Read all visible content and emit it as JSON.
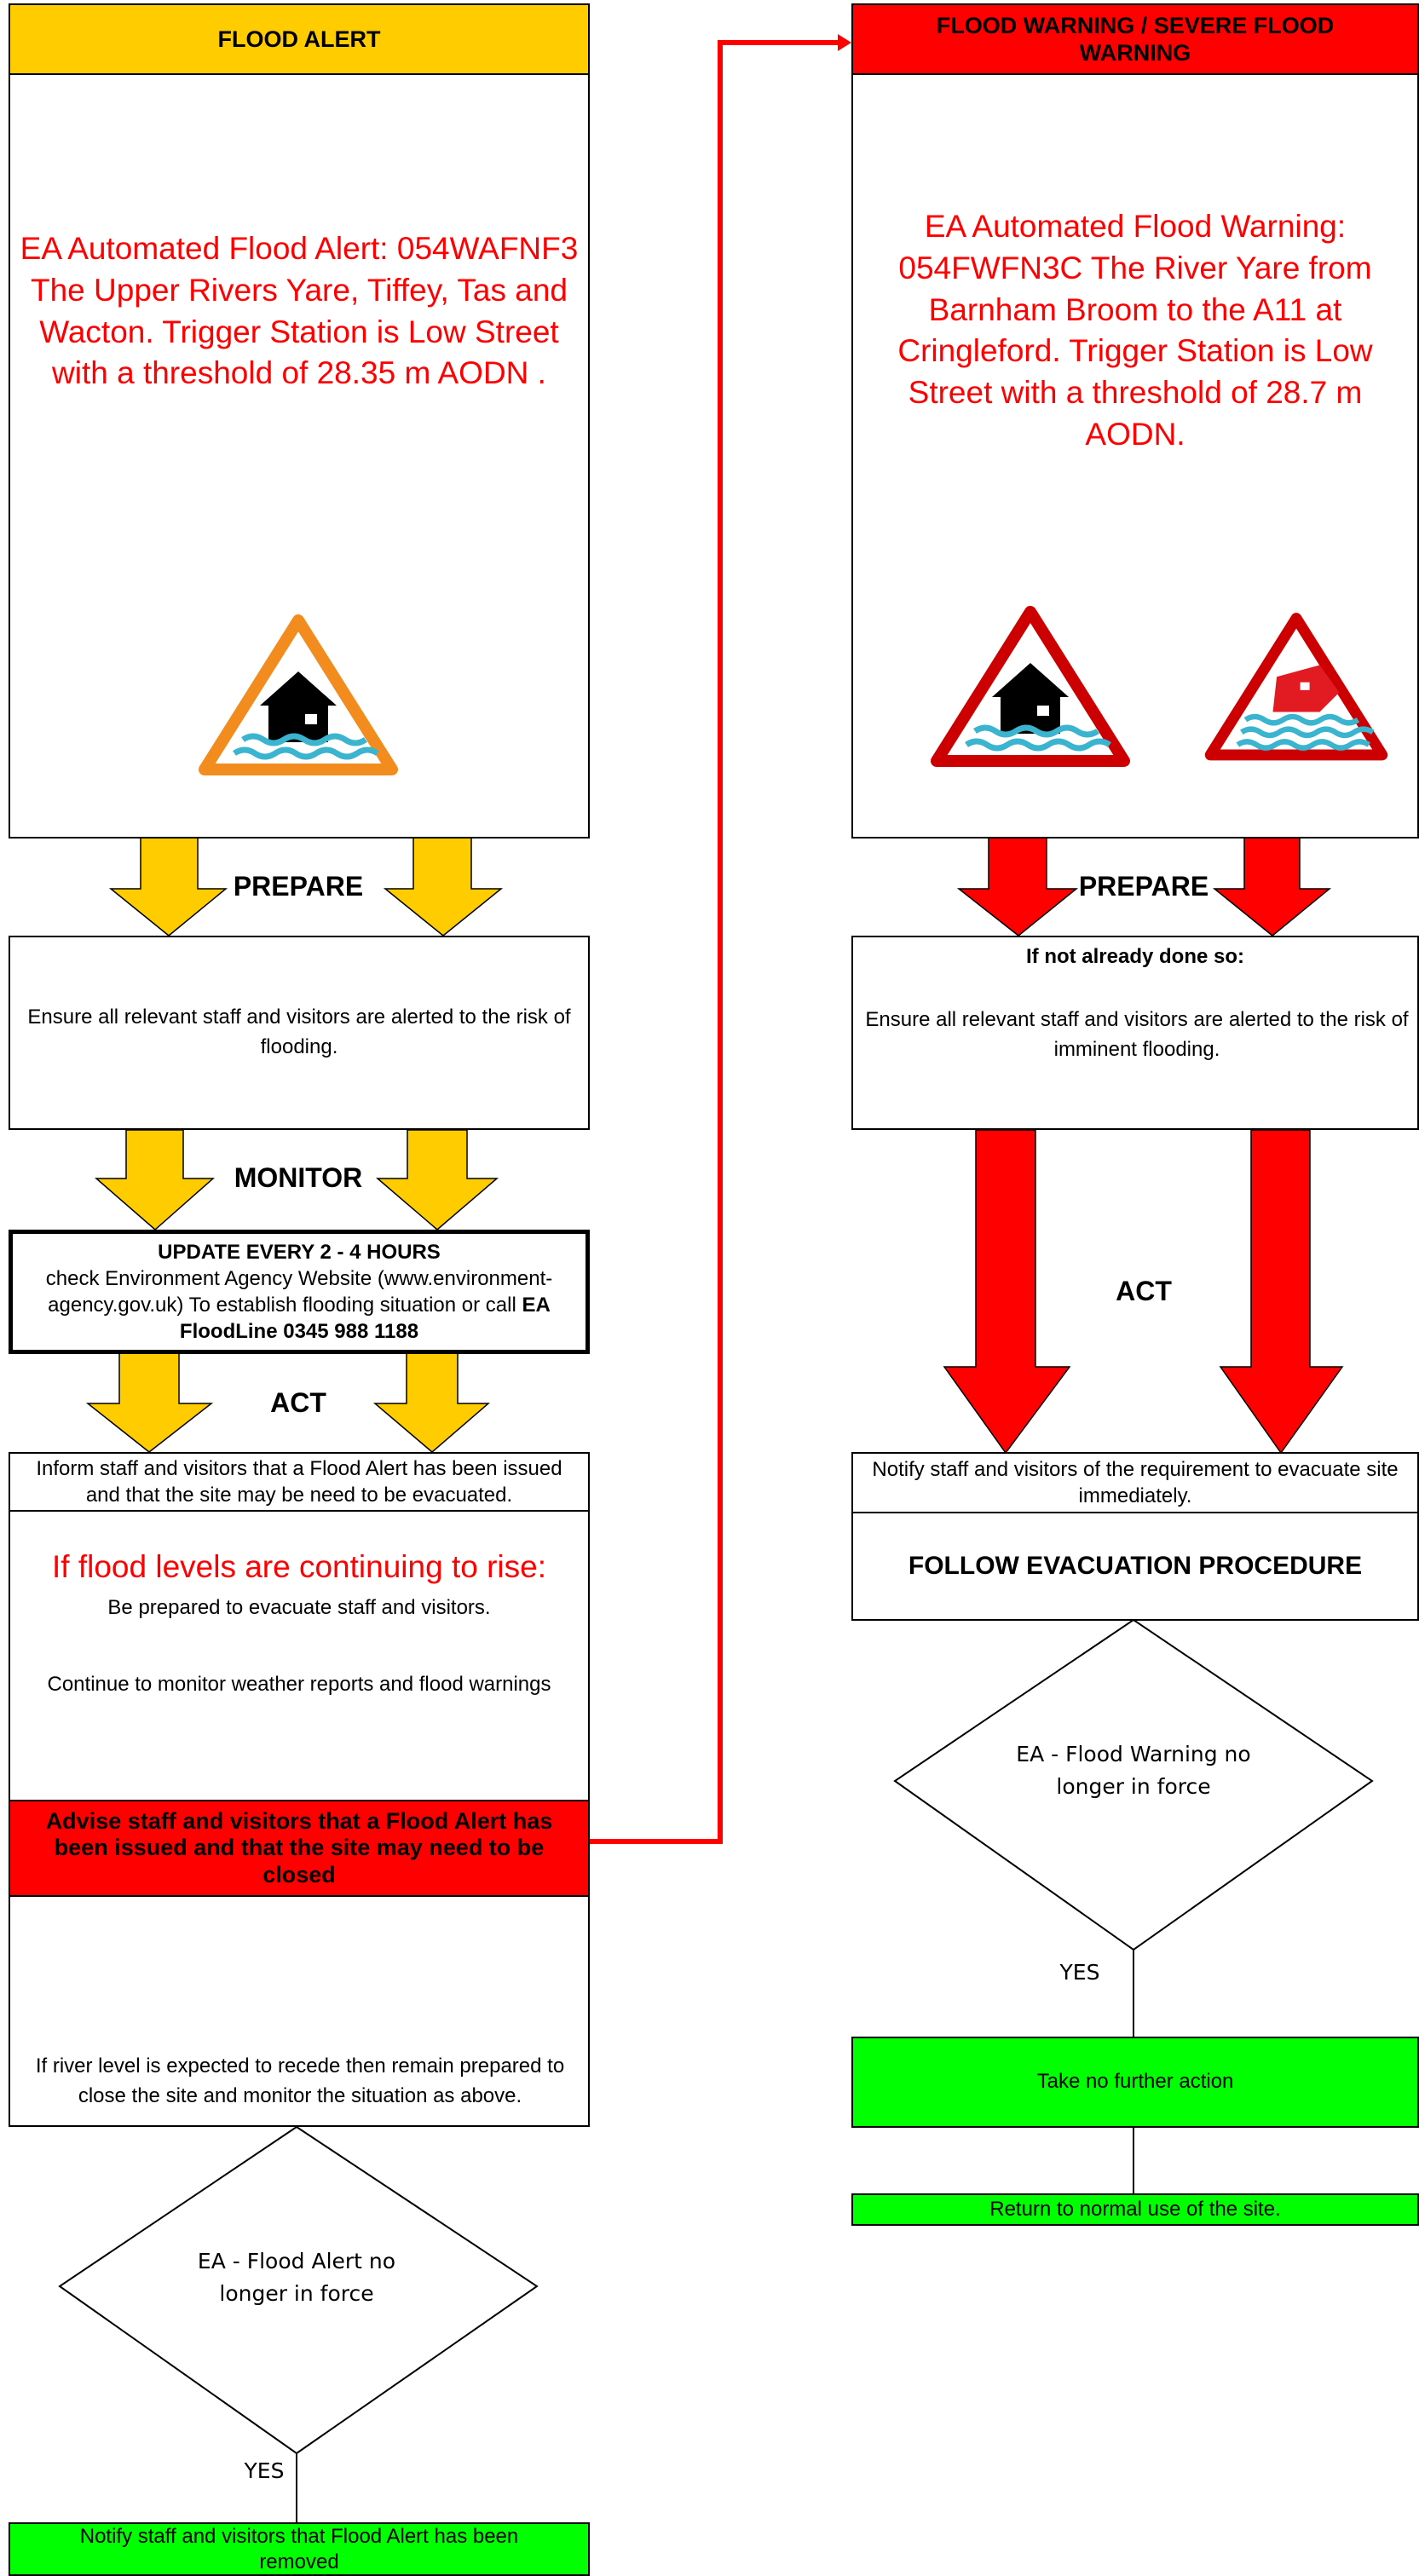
{
  "left": {
    "header": "FLOOD ALERT",
    "alert_text": "EA Automated Flood Alert: 054WAFNF3 The Upper Rivers Yare, Tiffey, Tas and Wacton. Trigger Station is Low Street with a threshold of 28.35 m AODN .",
    "prepare_label": "PREPARE",
    "prepare_text": "Ensure all relevant staff and visitors are alerted to the risk of flooding.",
    "monitor_label": "MONITOR",
    "update_title": "UPDATE EVERY 2 - 4 HOURS",
    "update_text_pre": "check Environment Agency Website (www.environment-agency.gov.uk) To establish flooding situation or call",
    "update_text_bold": "EA FloodLine 0345 988 1188",
    "act_label": "ACT",
    "inform_text": "Inform staff and visitors that a Flood Alert has been issued and that the site may be need to be evacuated.",
    "rising_title": "If flood levels are continuing to rise:",
    "rising_text": "Be prepared to evacuate staff and visitors.",
    "monitor_text": "Continue to monitor weather reports and flood warnings",
    "advise_text": "Advise staff and visitors that a Flood Alert has been issued and that the site may need to be closed",
    "recede_text": "If river level is expected to recede then remain prepared to close the site and monitor the situation as above.",
    "decision_text": "EA - Flood Alert no longer in force",
    "yes_label": "YES",
    "final_text": "Notify staff and visitors that Flood Alert has been removed"
  },
  "right": {
    "header": "FLOOD WARNING / SEVERE FLOOD WARNING",
    "warning_text": "EA Automated Flood Warning: 054FWFN3C The River Yare from Barnham Broom to the A11 at Cringleford. Trigger Station is Low Street with a threshold of 28.7 m AODN.",
    "prepare_label": "PREPARE",
    "prepare_title": "If not already done so:",
    "prepare_text": "Ensure all relevant staff and visitors are alerted to the risk of imminent flooding.",
    "act_label": "ACT",
    "notify_text": "Notify staff and visitors of the requirement to evacuate site immediately.",
    "follow_text": "FOLLOW EVACUATION PROCEDURE",
    "decision_text": "EA - Flood Warning no longer in force",
    "yes_label": "YES",
    "no_action_text": "Take no further action",
    "return_text": "Return to normal use of the site."
  },
  "icons": {
    "alert_icon": "flood-alert-icon",
    "warning_icon": "flood-warning-icon",
    "severe_icon": "severe-flood-warning-icon"
  },
  "colors": {
    "alert_yellow": "#ffcc00",
    "warning_red": "#ff0000",
    "go_green": "#00ff00",
    "alert_orange": "#f28c1e",
    "water_blue": "#3bb4cf"
  }
}
